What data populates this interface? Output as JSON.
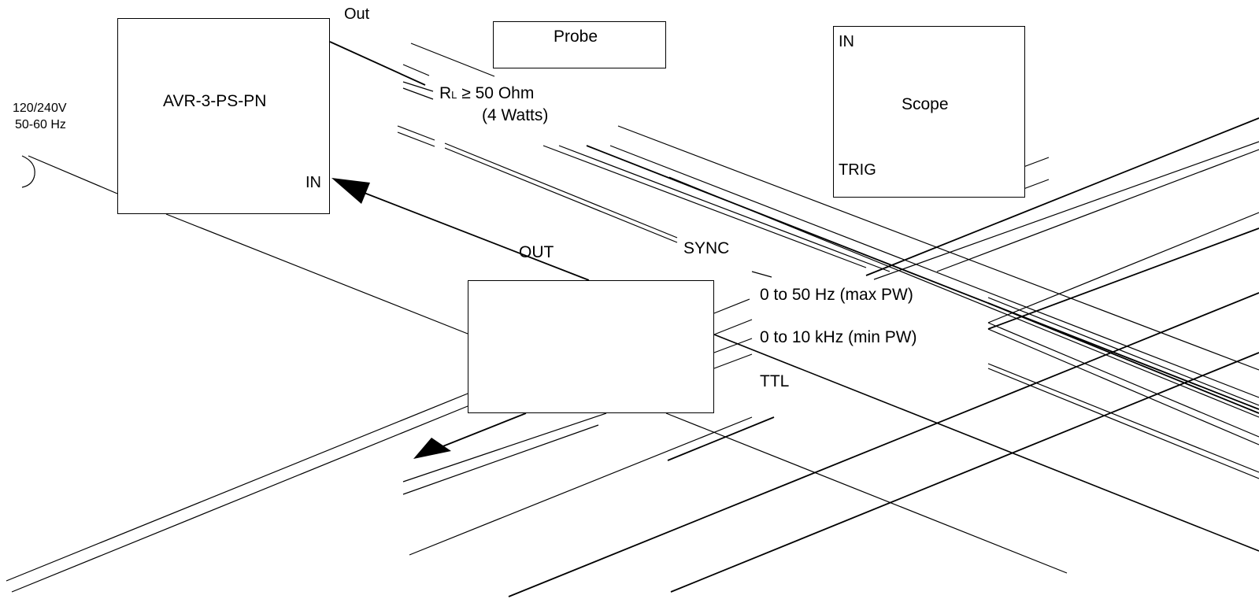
{
  "diagram": {
    "power": {
      "line1": "120/240V",
      "line2": "50-60 Hz"
    },
    "avr_box": {
      "title": "AVR-3-PS-PN",
      "in_label": "IN",
      "out_label": "Out"
    },
    "probe_box": {
      "title": "Probe"
    },
    "load": {
      "prefix": "R",
      "subscript": "L",
      "symbol": "≥",
      "value": "50 Ohm",
      "power": "(4 Watts)"
    },
    "scope_box": {
      "title": "Scope",
      "in_label": "IN",
      "trig_label": "TRIG"
    },
    "pulse_gen": {
      "out_label": "OUT",
      "sync_label": "SYNC",
      "freq1": "0  to  50 Hz (max PW)",
      "freq2": "0  to  10 kHz (min PW)",
      "ttl": "TTL"
    }
  }
}
